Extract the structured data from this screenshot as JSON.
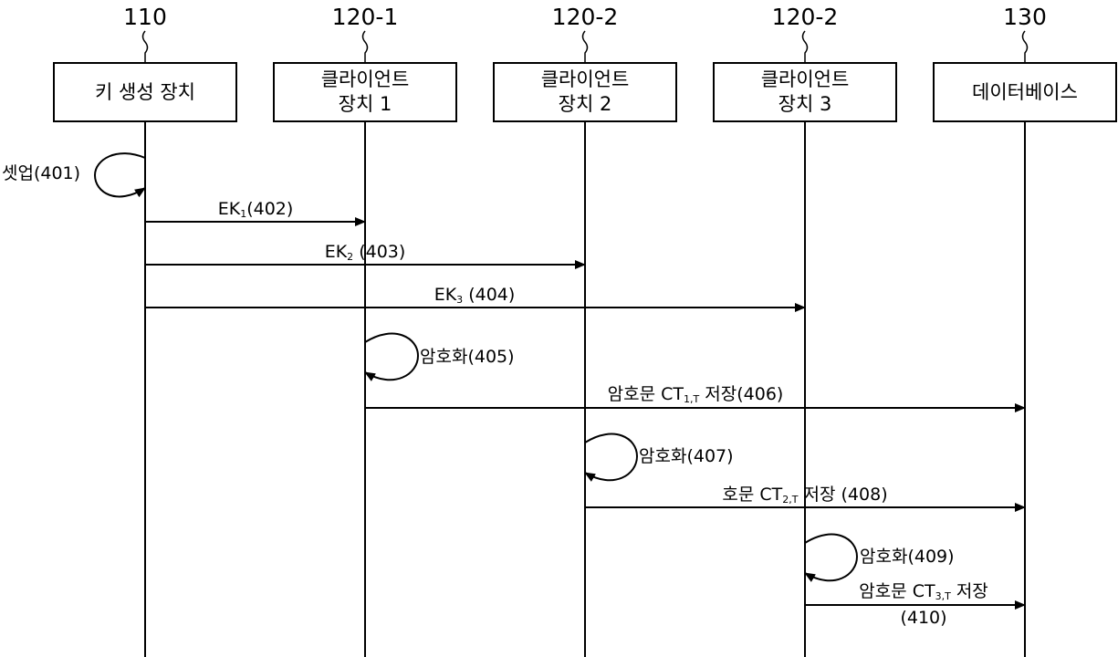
{
  "participants": [
    {
      "ref": "110",
      "line1": "키 생성 장치",
      "line2": ""
    },
    {
      "ref": "120-1",
      "line1": "클라이언트",
      "line2": "장치 1"
    },
    {
      "ref": "120-2",
      "line1": "클라이언트",
      "line2": "장치 2"
    },
    {
      "ref": "120-2",
      "line1": "클라이언트",
      "line2": "장치 3"
    },
    {
      "ref": "130",
      "line1": "데이터베이스",
      "line2": ""
    }
  ],
  "messages": {
    "m401": {
      "pre": "셋업(401)",
      "sub": "",
      "post": ""
    },
    "m402": {
      "pre": "EK",
      "sub": "1",
      "post": "(402)"
    },
    "m403": {
      "pre": "EK",
      "sub": "2",
      "post": " (403)"
    },
    "m404": {
      "pre": "EK",
      "sub": "3",
      "post": " (404)"
    },
    "m405": {
      "pre": "암호화(405)",
      "sub": "",
      "post": ""
    },
    "m406": {
      "pre": "암호문 CT",
      "sub": "1,T",
      "post": " 저장(406)"
    },
    "m407": {
      "pre": "암호화(407)",
      "sub": "",
      "post": ""
    },
    "m408": {
      "pre": "호문 CT",
      "sub": "2,T",
      "post": " 저장 (408)"
    },
    "m409": {
      "pre": "암호화(409)",
      "sub": "",
      "post": ""
    },
    "m410": {
      "pre": "암호문 CT",
      "sub": "3,T",
      "post": " 저장",
      "line2": "(410)"
    }
  }
}
